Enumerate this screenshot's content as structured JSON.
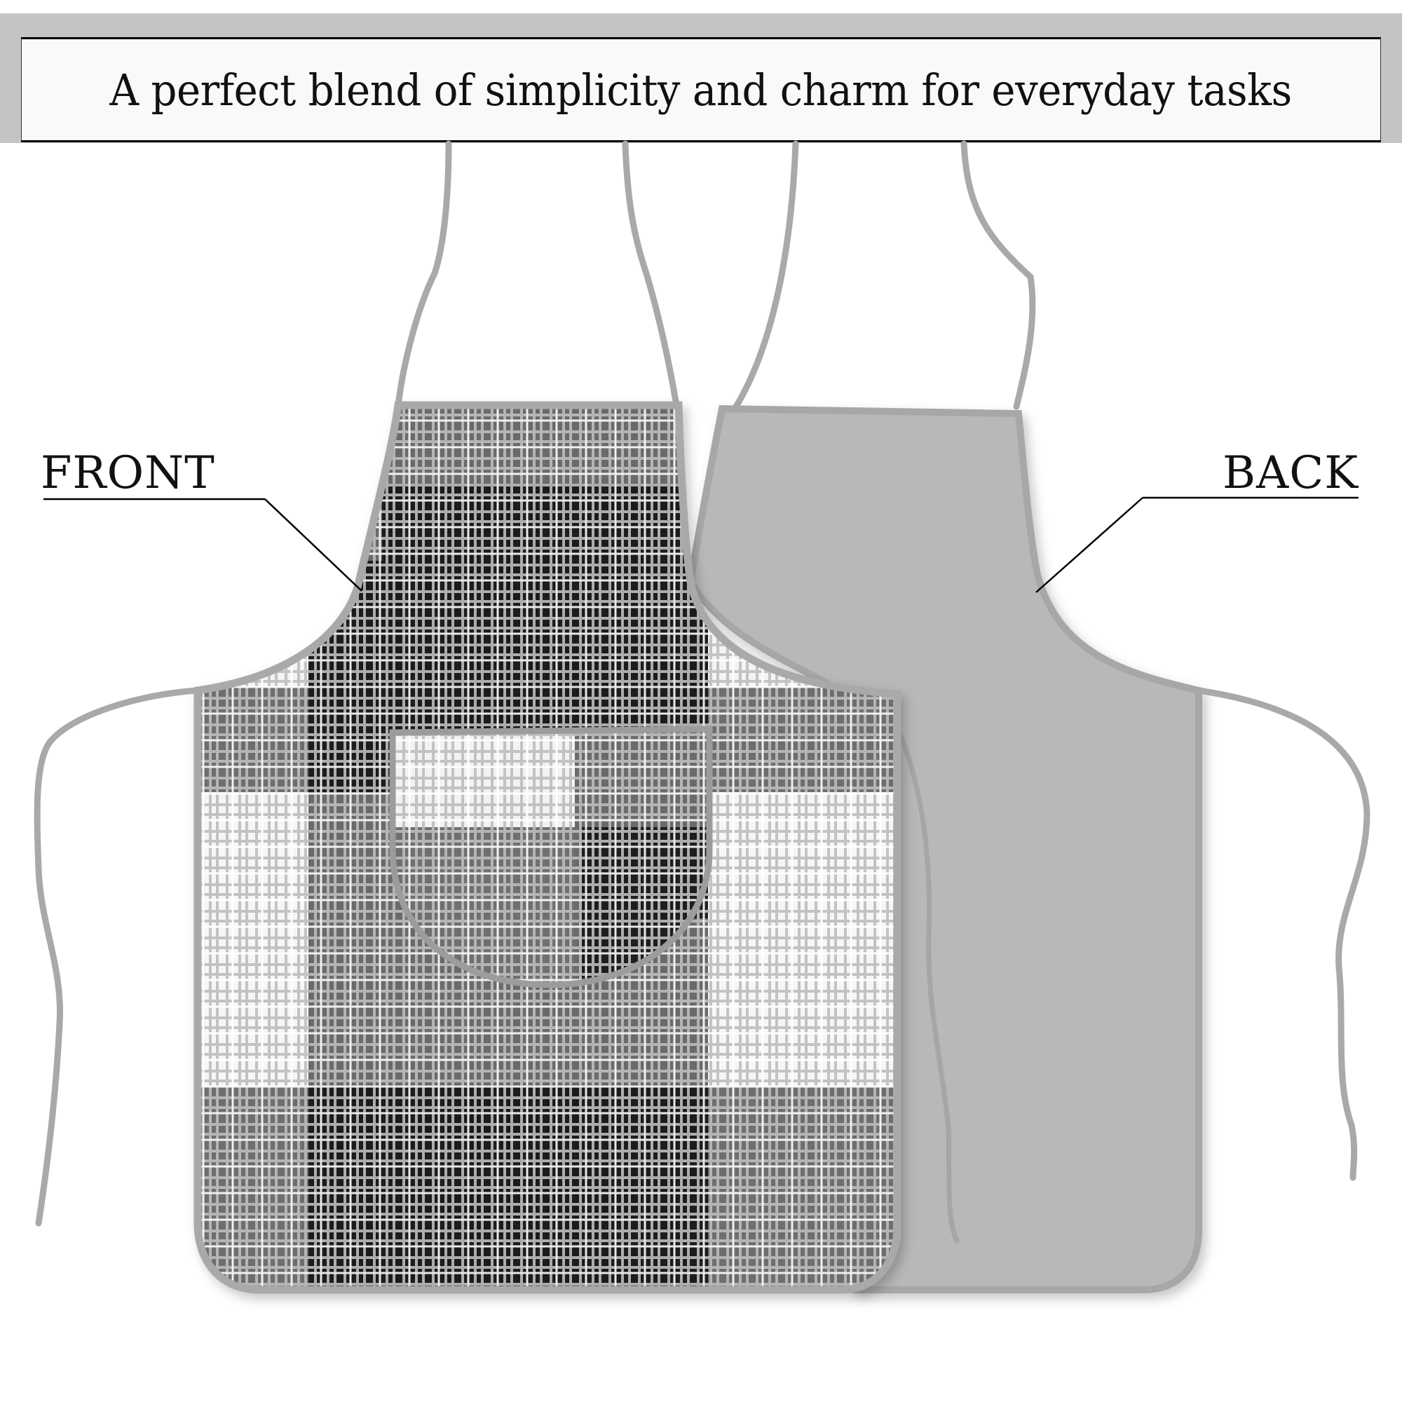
{
  "banner": {
    "title": "A perfect blend of simplicity and charm for everyday tasks"
  },
  "labels": {
    "front": "FRONT",
    "back": "BACK"
  },
  "product": {
    "front_view": {
      "name": "apron-front",
      "pattern": "plaid",
      "has_pocket": true,
      "colors": {
        "dark": "#1a1a1a",
        "mid": "#6e6e6e",
        "light": "#f4f4f4",
        "lines": "#b5b5b5",
        "trim": "#a9a9a9"
      }
    },
    "back_view": {
      "name": "apron-back",
      "pattern": "solid",
      "colors": {
        "fill": "#b8b8ba",
        "trim": "#a7a7a7"
      }
    }
  },
  "colors": {
    "banner_bg": "#c4c4c4",
    "banner_inner": "#f8f9f8",
    "text": "#111111",
    "callout_line": "#000000"
  }
}
